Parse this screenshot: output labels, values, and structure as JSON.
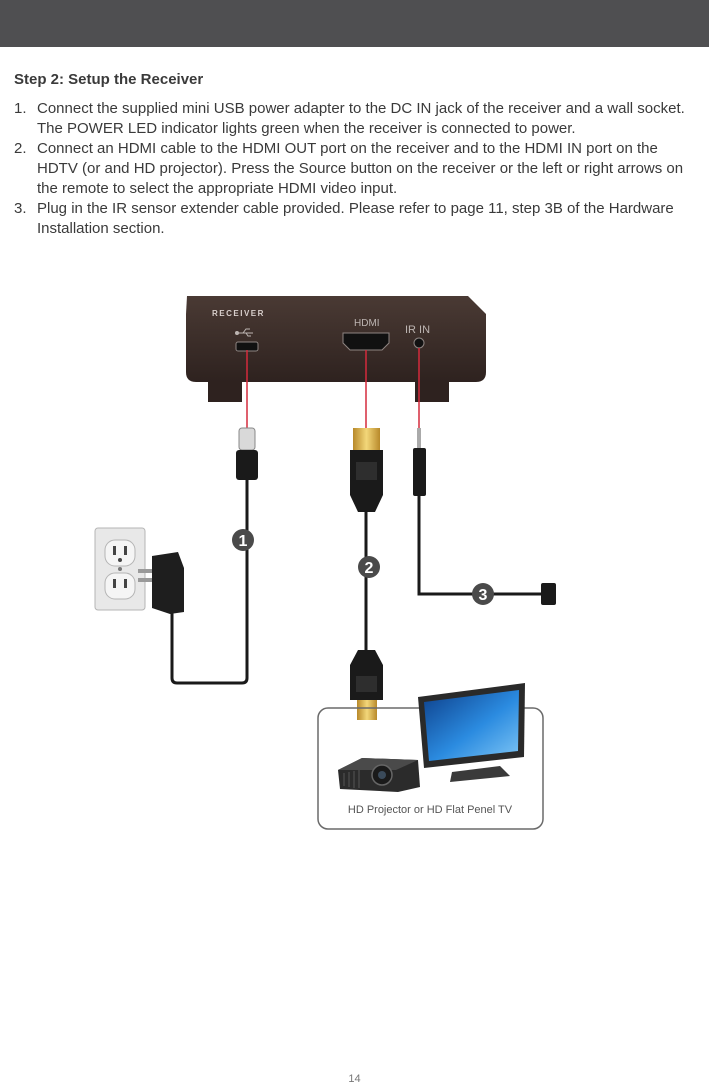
{
  "heading": "Step 2: Setup the Receiver",
  "steps": [
    {
      "number": "1.",
      "text": "Connect the supplied mini USB power adapter to the DC IN jack of the receiver and a wall socket. The POWER LED indicator lights green when the receiver is connected to power."
    },
    {
      "number": "2.",
      "text": "Connect an HDMI cable to the HDMI OUT port on the receiver and to the HDMI IN port on the HDTV (or and HD projector). Press the Source button on the receiver or the left or right arrows on the remote to select the appropriate HDMI video input."
    },
    {
      "number": "3.",
      "text": "Plug in the IR sensor extender cable provided. Please refer to page 11, step 3B of the Hardware Installation section."
    }
  ],
  "diagram": {
    "receiver_label": "RECEIVER",
    "hdmi_port_label": "HDMI",
    "ir_port_label": "IR IN",
    "callout_1": "1",
    "callout_2": "2",
    "callout_3": "3",
    "display_caption": "HD Projector or HD Flat Penel TV"
  },
  "colors": {
    "header_bar": "#4f4f51",
    "receiver_body": "#3a2c28",
    "connector_line": "#d42a3c",
    "cable": "#1a1a1a",
    "hdmi_gold": "#e6bc4a",
    "callout_badge": "#4a4a4a",
    "tv_screen": "#1f7fd6"
  },
  "page_number": "14"
}
